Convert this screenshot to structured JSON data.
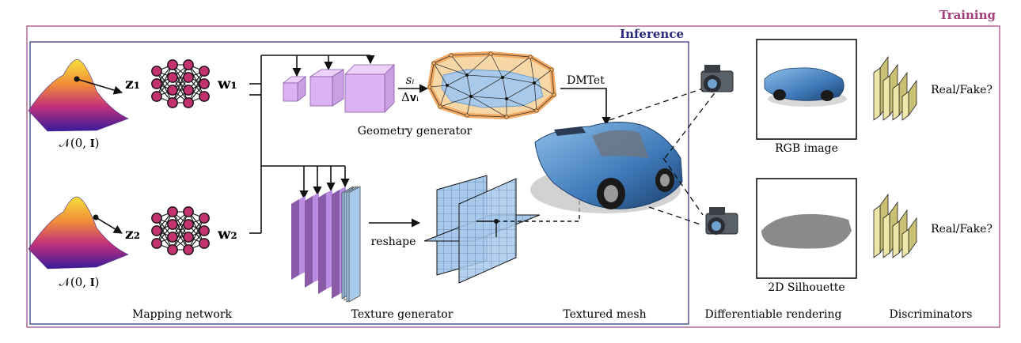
{
  "frames": {
    "training_label": "Training",
    "inference_label": "Inference",
    "training_color": "#a4407a",
    "inference_color": "#2a2c7a"
  },
  "mapping": {
    "dist_label": "𝒩(0, 𝐈)",
    "z1": "𝐳₁",
    "z2": "𝐳₂",
    "w1": "𝐰₁",
    "w2": "𝐰₂",
    "caption": "Mapping network"
  },
  "geometry": {
    "si_label": "sᵢ",
    "dv_label": "Δ𝐯ᵢ",
    "caption": "Geometry generator",
    "dmtet_label": "DMTet"
  },
  "texture": {
    "reshape_label": "reshape",
    "caption": "Texture generator"
  },
  "mesh": {
    "caption": "Textured mesh"
  },
  "rendering": {
    "caption": "Differentiable rendering",
    "rgb_caption": "RGB image",
    "silhouette_caption": "2D Silhouette"
  },
  "discriminators": {
    "caption": "Discriminators",
    "real_fake_1": "Real/Fake?",
    "real_fake_2": "Real/Fake?"
  },
  "colors": {
    "node_fill": "#c2326e",
    "cube_fill": "#dcb2f2",
    "plane_fill": "#a9c9ea",
    "texture_slab": "#b98de2",
    "disc_fill": "#eee7a8",
    "car_blue": "#4a80b8",
    "mesh_orange": "#f5b060"
  }
}
